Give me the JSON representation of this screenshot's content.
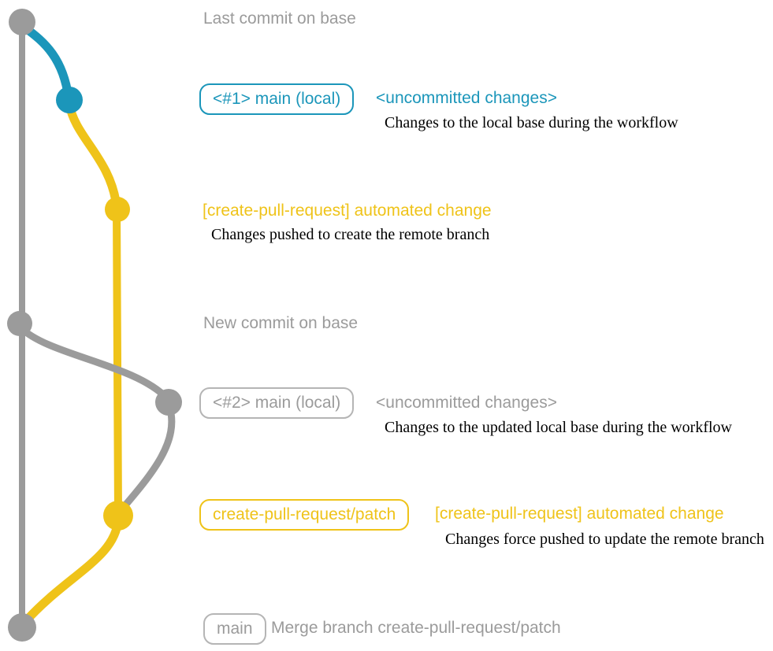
{
  "colors": {
    "gray": "#9B9B9B",
    "blue": "#1B96BA",
    "yellow": "#EFC319",
    "description_text": "#000000",
    "background": "#FFFFFF"
  },
  "graph": {
    "type": "git-branch-diagram",
    "branches": [
      {
        "name": "base",
        "color": "gray"
      },
      {
        "name": "local-main-uncommitted",
        "color": "blue"
      },
      {
        "name": "create-pull-request-patch",
        "color": "yellow"
      }
    ],
    "commits": [
      {
        "name": "last-commit-on-base",
        "color": "gray"
      },
      {
        "name": "local-main-1-uncommitted",
        "color": "blue"
      },
      {
        "name": "automated-change-push",
        "color": "yellow"
      },
      {
        "name": "new-commit-on-base",
        "color": "gray"
      },
      {
        "name": "local-main-2-uncommitted",
        "color": "gray"
      },
      {
        "name": "automated-change-force-push",
        "color": "yellow"
      },
      {
        "name": "merge-commit",
        "color": "gray"
      }
    ]
  },
  "annotations": {
    "last_commit": {
      "label": "Last commit on base"
    },
    "row1": {
      "badge": "<#1> main (local)",
      "note": "<uncommitted changes>",
      "desc": "Changes to the local base during the workflow"
    },
    "row2": {
      "note": "[create-pull-request] automated change",
      "desc": "Changes pushed to create the remote branch"
    },
    "new_commit": {
      "label": "New commit on base"
    },
    "row4": {
      "badge": "<#2> main (local)",
      "note": "<uncommitted changes>",
      "desc": "Changes to the updated local base during the workflow"
    },
    "row5": {
      "badge": "create-pull-request/patch",
      "note": "[create-pull-request] automated change",
      "desc": "Changes force pushed to update the remote branch"
    },
    "row6": {
      "badge": "main",
      "label": "Merge branch create-pull-request/patch"
    }
  }
}
